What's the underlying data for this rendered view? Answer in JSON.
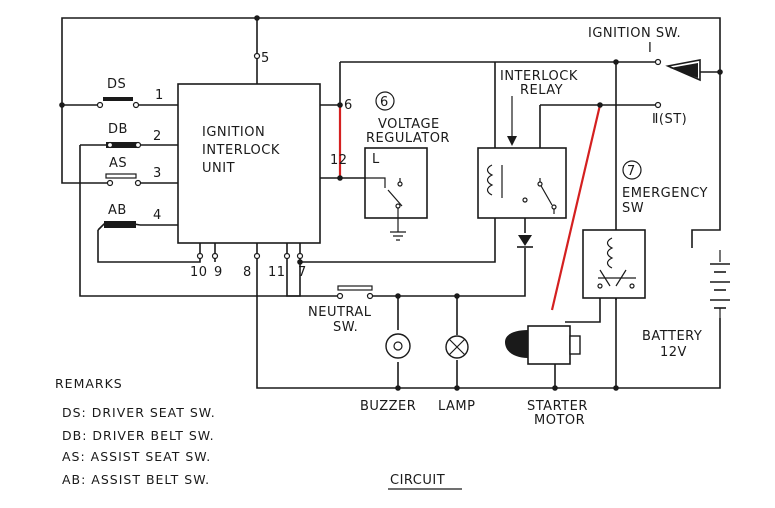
{
  "labels": {
    "ignition_sw": "IGNITION SW.",
    "ign_pos_i": "I",
    "ign_pos_st": "Ⅱ(ST)",
    "unit_line1": "IGNITION",
    "unit_line2": "INTERLOCK",
    "unit_line3": "UNIT",
    "interlock_line1": "INTERLOCK",
    "interlock_line2": "RELAY",
    "vr_number": "6",
    "vr_line1": "VOLTAGE",
    "vr_line2": "REGULATOR",
    "vr_term": "L",
    "emergency_number": "7",
    "emergency_line1": "EMERGENCY",
    "emergency_line2": "SW",
    "battery_line1": "BATTERY",
    "battery_line2": "12V",
    "neutral_line1": "NEUTRAL",
    "neutral_line2": "SW.",
    "buzzer": "BUZZER",
    "lamp": "LAMP",
    "starter_line1": "STARTER",
    "starter_line2": "MOTOR",
    "caption": "CIRCUIT"
  },
  "switches": {
    "ds": "DS",
    "db": "DB",
    "as": "AS",
    "ab": "AB"
  },
  "terminals": {
    "t1": "1",
    "t2": "2",
    "t3": "3",
    "t4": "4",
    "t5": "5",
    "t6": "6",
    "t7": "7",
    "t8": "8",
    "t9": "9",
    "t10": "10",
    "t11": "11",
    "t12": "12"
  },
  "remarks": {
    "title": "REMARKS",
    "items": [
      "DS: DRIVER SEAT SW.",
      "DB: DRIVER BELT SW.",
      "AS: ASSIST SEAT SW.",
      "AB: ASSIST BELT SW."
    ]
  },
  "colors": {
    "line": "#1a1a1a",
    "highlight": "#d42020",
    "background": "#ffffff"
  }
}
